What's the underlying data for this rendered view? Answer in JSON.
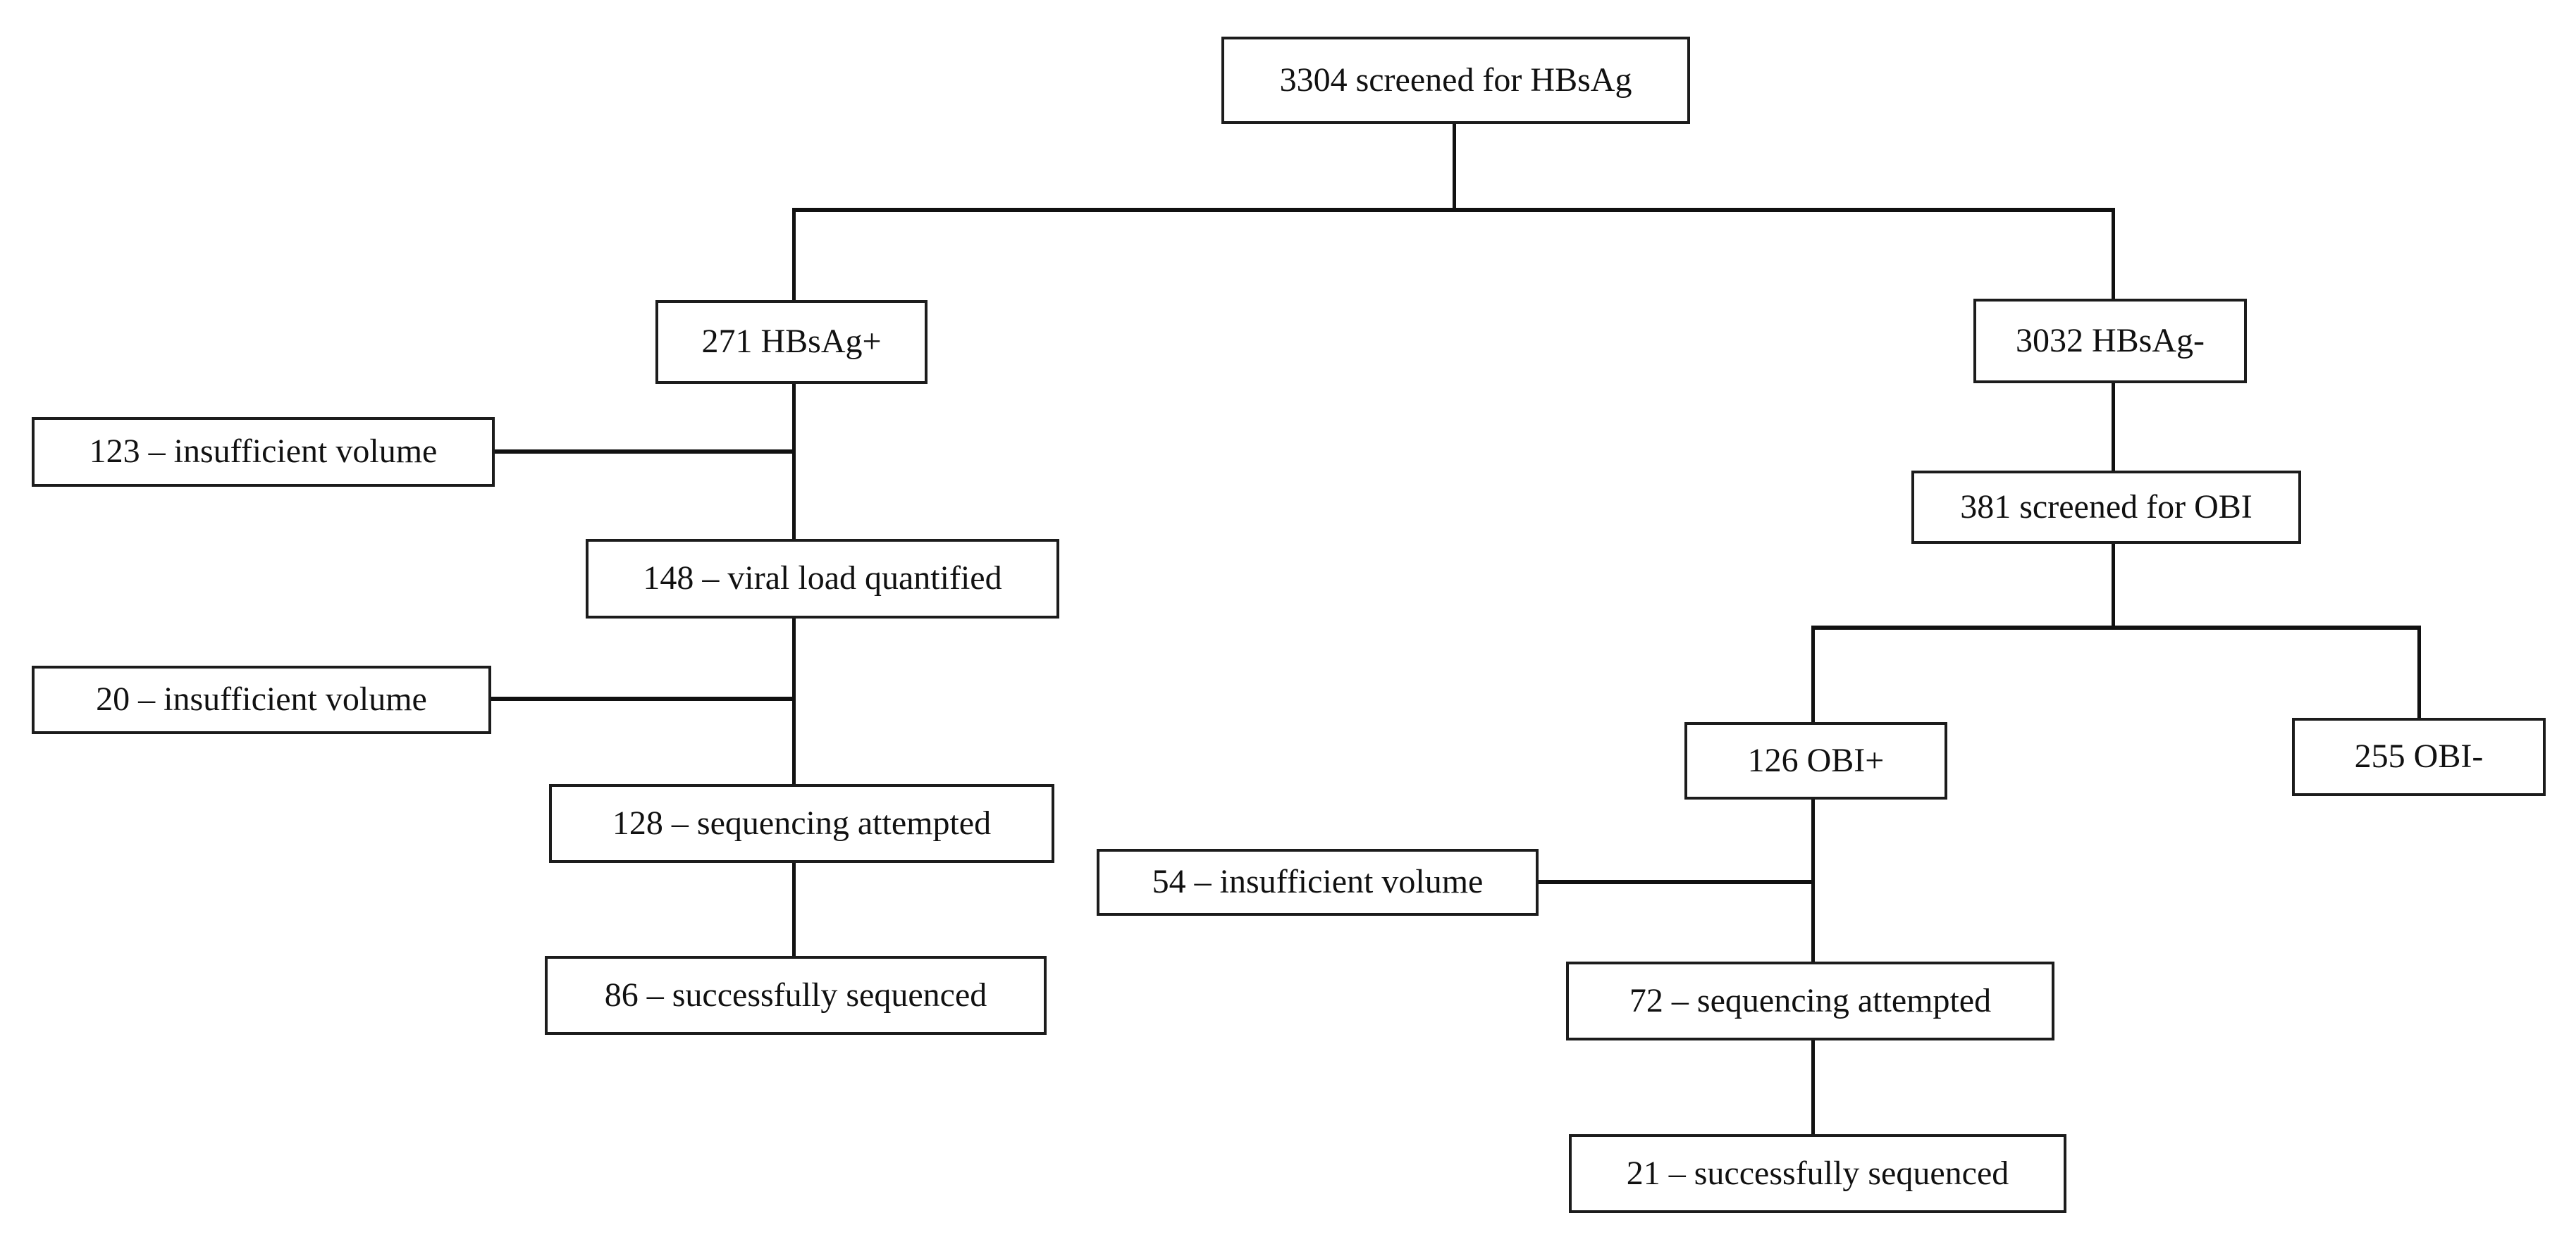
{
  "figure": {
    "background_color": "#ffffff",
    "line_color": "#111111",
    "box_border_color": "#1c1c1c"
  },
  "diagram": {
    "type": "flowchart",
    "nodes": {
      "screened_hbsag": {
        "label": "3304 screened for HBsAg",
        "count": 3304
      },
      "hbsag_pos": {
        "label": "271 HBsAg+",
        "count": 271
      },
      "insuff_123": {
        "label": "123 – insufficient volume",
        "count": 123
      },
      "viral_148": {
        "label": "148 – viral load quantified",
        "count": 148
      },
      "insuff_20": {
        "label": "20 – insufficient volume",
        "count": 20
      },
      "seq_128": {
        "label": "128 – sequencing attempted",
        "count": 128
      },
      "success_86": {
        "label": "86 – successfully sequenced",
        "count": 86
      },
      "hbsag_neg": {
        "label": "3032 HBsAg-",
        "count": 3032
      },
      "obi_381": {
        "label": "381 screened for OBI",
        "count": 381
      },
      "obi_pos": {
        "label": "126 OBI+",
        "count": 126
      },
      "obi_neg": {
        "label": "255 OBI-",
        "count": 255
      },
      "insuff_54": {
        "label": "54 – insufficient volume",
        "count": 54
      },
      "seq_72": {
        "label": "72 – sequencing attempted",
        "count": 72
      },
      "success_21": {
        "label": "21 – successfully sequenced",
        "count": 21
      }
    },
    "edges": [
      {
        "from": "screened_hbsag",
        "to": "hbsag_pos"
      },
      {
        "from": "screened_hbsag",
        "to": "hbsag_neg"
      },
      {
        "from": "hbsag_pos",
        "to": "insuff_123"
      },
      {
        "from": "hbsag_pos",
        "to": "viral_148"
      },
      {
        "from": "viral_148",
        "to": "insuff_20"
      },
      {
        "from": "viral_148",
        "to": "seq_128"
      },
      {
        "from": "seq_128",
        "to": "success_86"
      },
      {
        "from": "hbsag_neg",
        "to": "obi_381"
      },
      {
        "from": "obi_381",
        "to": "obi_pos"
      },
      {
        "from": "obi_381",
        "to": "obi_neg"
      },
      {
        "from": "obi_pos",
        "to": "insuff_54"
      },
      {
        "from": "obi_pos",
        "to": "seq_72"
      },
      {
        "from": "seq_72",
        "to": "success_21"
      }
    ]
  }
}
